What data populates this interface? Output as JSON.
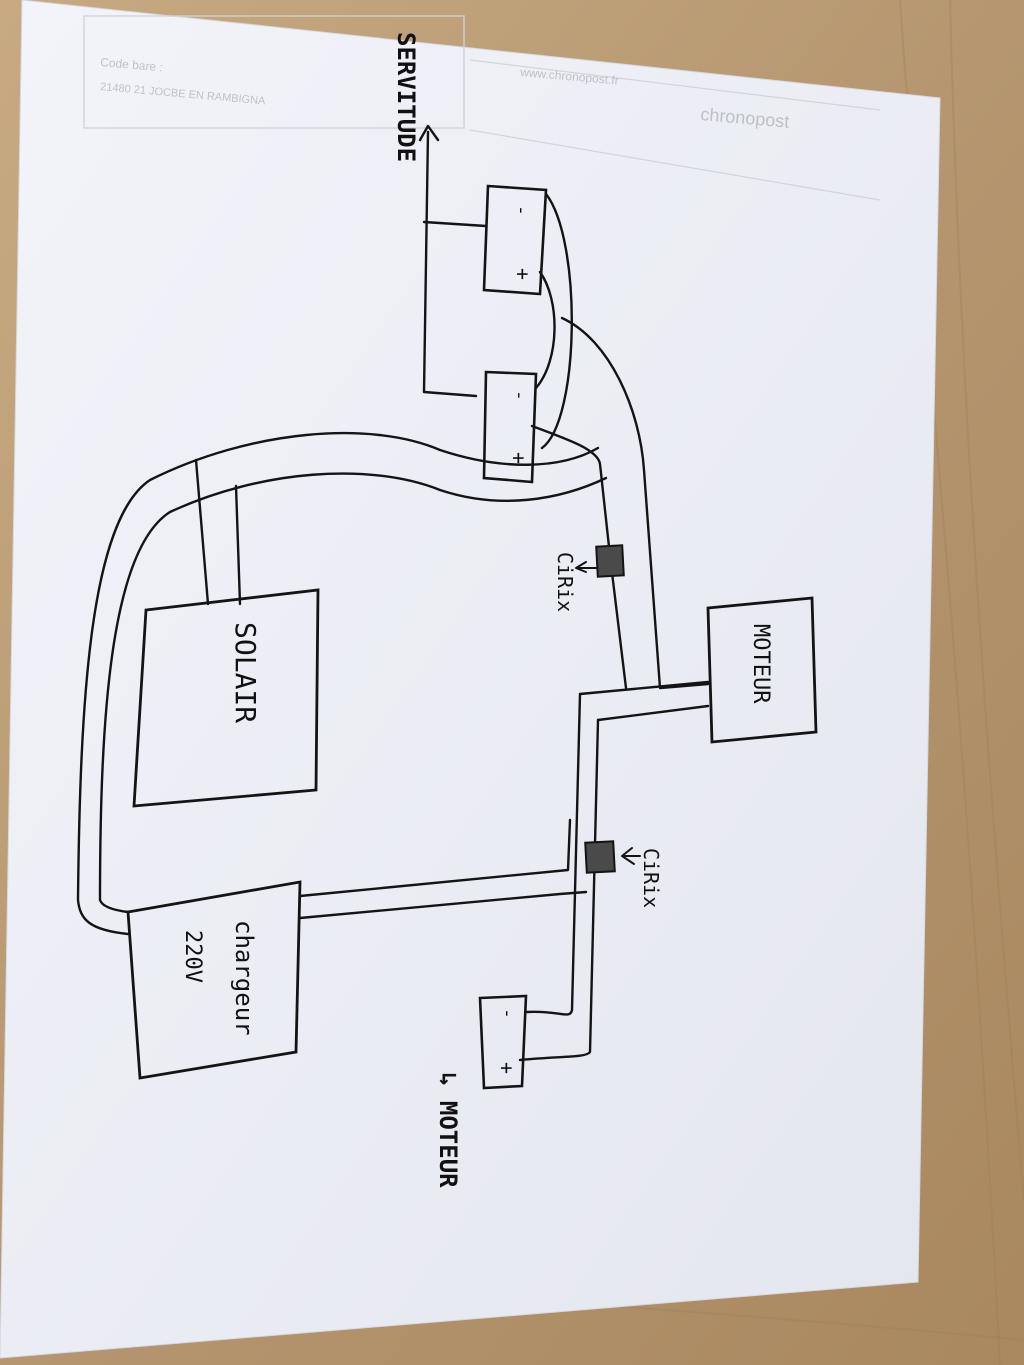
{
  "colors": {
    "table": "#b89a73",
    "paper": "#eef0f7",
    "ink": "#141414",
    "ghost_print": "#b9bcc2",
    "fuse_fill": "#4a4a4a"
  },
  "sheet": {
    "ghost_print": {
      "brand": "chronopost",
      "code_label": "Code bare :",
      "url": "www.chronopost.fr",
      "line1": "21480 21 JOCBE EN RAMBIGNA"
    }
  },
  "diagram": {
    "servitude_label": "SERVITUDE",
    "moteur_label_bottom": "↳ MOTEUR",
    "box_solair": "SOLAIR",
    "box_moteur": "MOTEUR",
    "box_chargeur_line1": "chargeur",
    "box_chargeur_line2": "220V",
    "fuse_label_top": "CiRix",
    "fuse_label_bottom": "CiRix",
    "minus": "-",
    "plus": "+"
  }
}
